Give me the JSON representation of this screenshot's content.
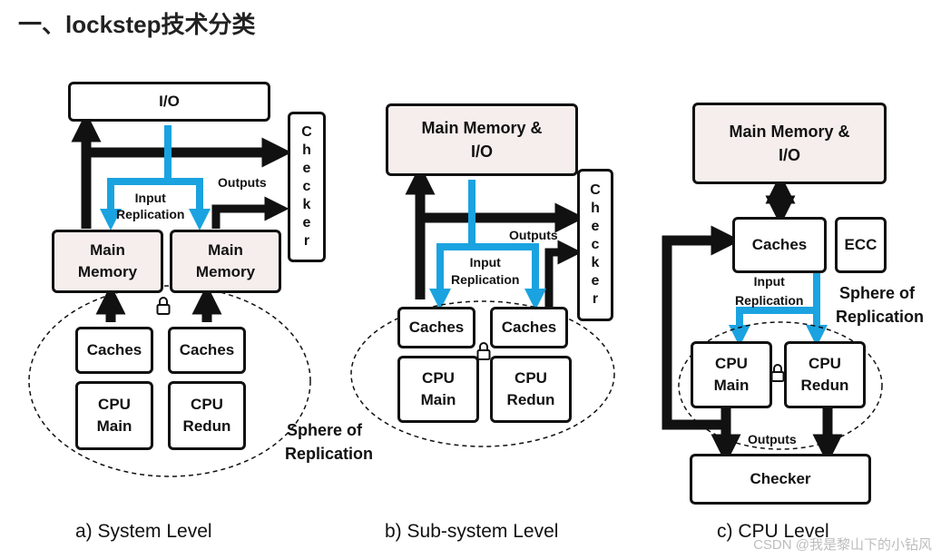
{
  "heading": "一、lockstep技术分类",
  "panel_a": {
    "io": "I/O",
    "checker": [
      "C",
      "h",
      "e",
      "c",
      "k",
      "e",
      "r"
    ],
    "outputs": "Outputs",
    "input_replication": [
      "Input",
      "Replication"
    ],
    "main_memory_1": [
      "Main",
      "Memory"
    ],
    "main_memory_2": [
      "Main",
      "Memory"
    ],
    "caches_1": "Caches",
    "caches_2": "Caches",
    "cpu_main": [
      "CPU",
      "Main"
    ],
    "cpu_redun": [
      "CPU",
      "Redun"
    ],
    "sphere": [
      "Sphere of",
      "Replication"
    ],
    "caption": "a) System Level"
  },
  "panel_b": {
    "main_memory_io": [
      "Main Memory &",
      "I/O"
    ],
    "checker": [
      "C",
      "h",
      "e",
      "c",
      "k",
      "e",
      "r"
    ],
    "outputs": "Outputs",
    "input_replication": [
      "Input",
      "Replication"
    ],
    "caches_1": "Caches",
    "caches_2": "Caches",
    "cpu_main": [
      "CPU",
      "Main"
    ],
    "cpu_redun": [
      "CPU",
      "Redun"
    ],
    "caption": "b) Sub-system Level"
  },
  "panel_c": {
    "main_memory_io": [
      "Main Memory &",
      "I/O"
    ],
    "caches": "Caches",
    "ecc": "ECC",
    "input_replication": [
      "Input",
      "Replication"
    ],
    "sphere": [
      "Sphere of",
      "Replication"
    ],
    "cpu_main": [
      "CPU",
      "Main"
    ],
    "cpu_redun": [
      "CPU",
      "Redun"
    ],
    "outputs": "Outputs",
    "checker": "Checker",
    "caption": "c) CPU Level"
  },
  "watermark": "CSDN @我是黎山下的小钻风",
  "colors": {
    "arrow_blue": "#1aa3e0",
    "arrow_black": "#111111",
    "box_fill": "#f5eeec"
  }
}
